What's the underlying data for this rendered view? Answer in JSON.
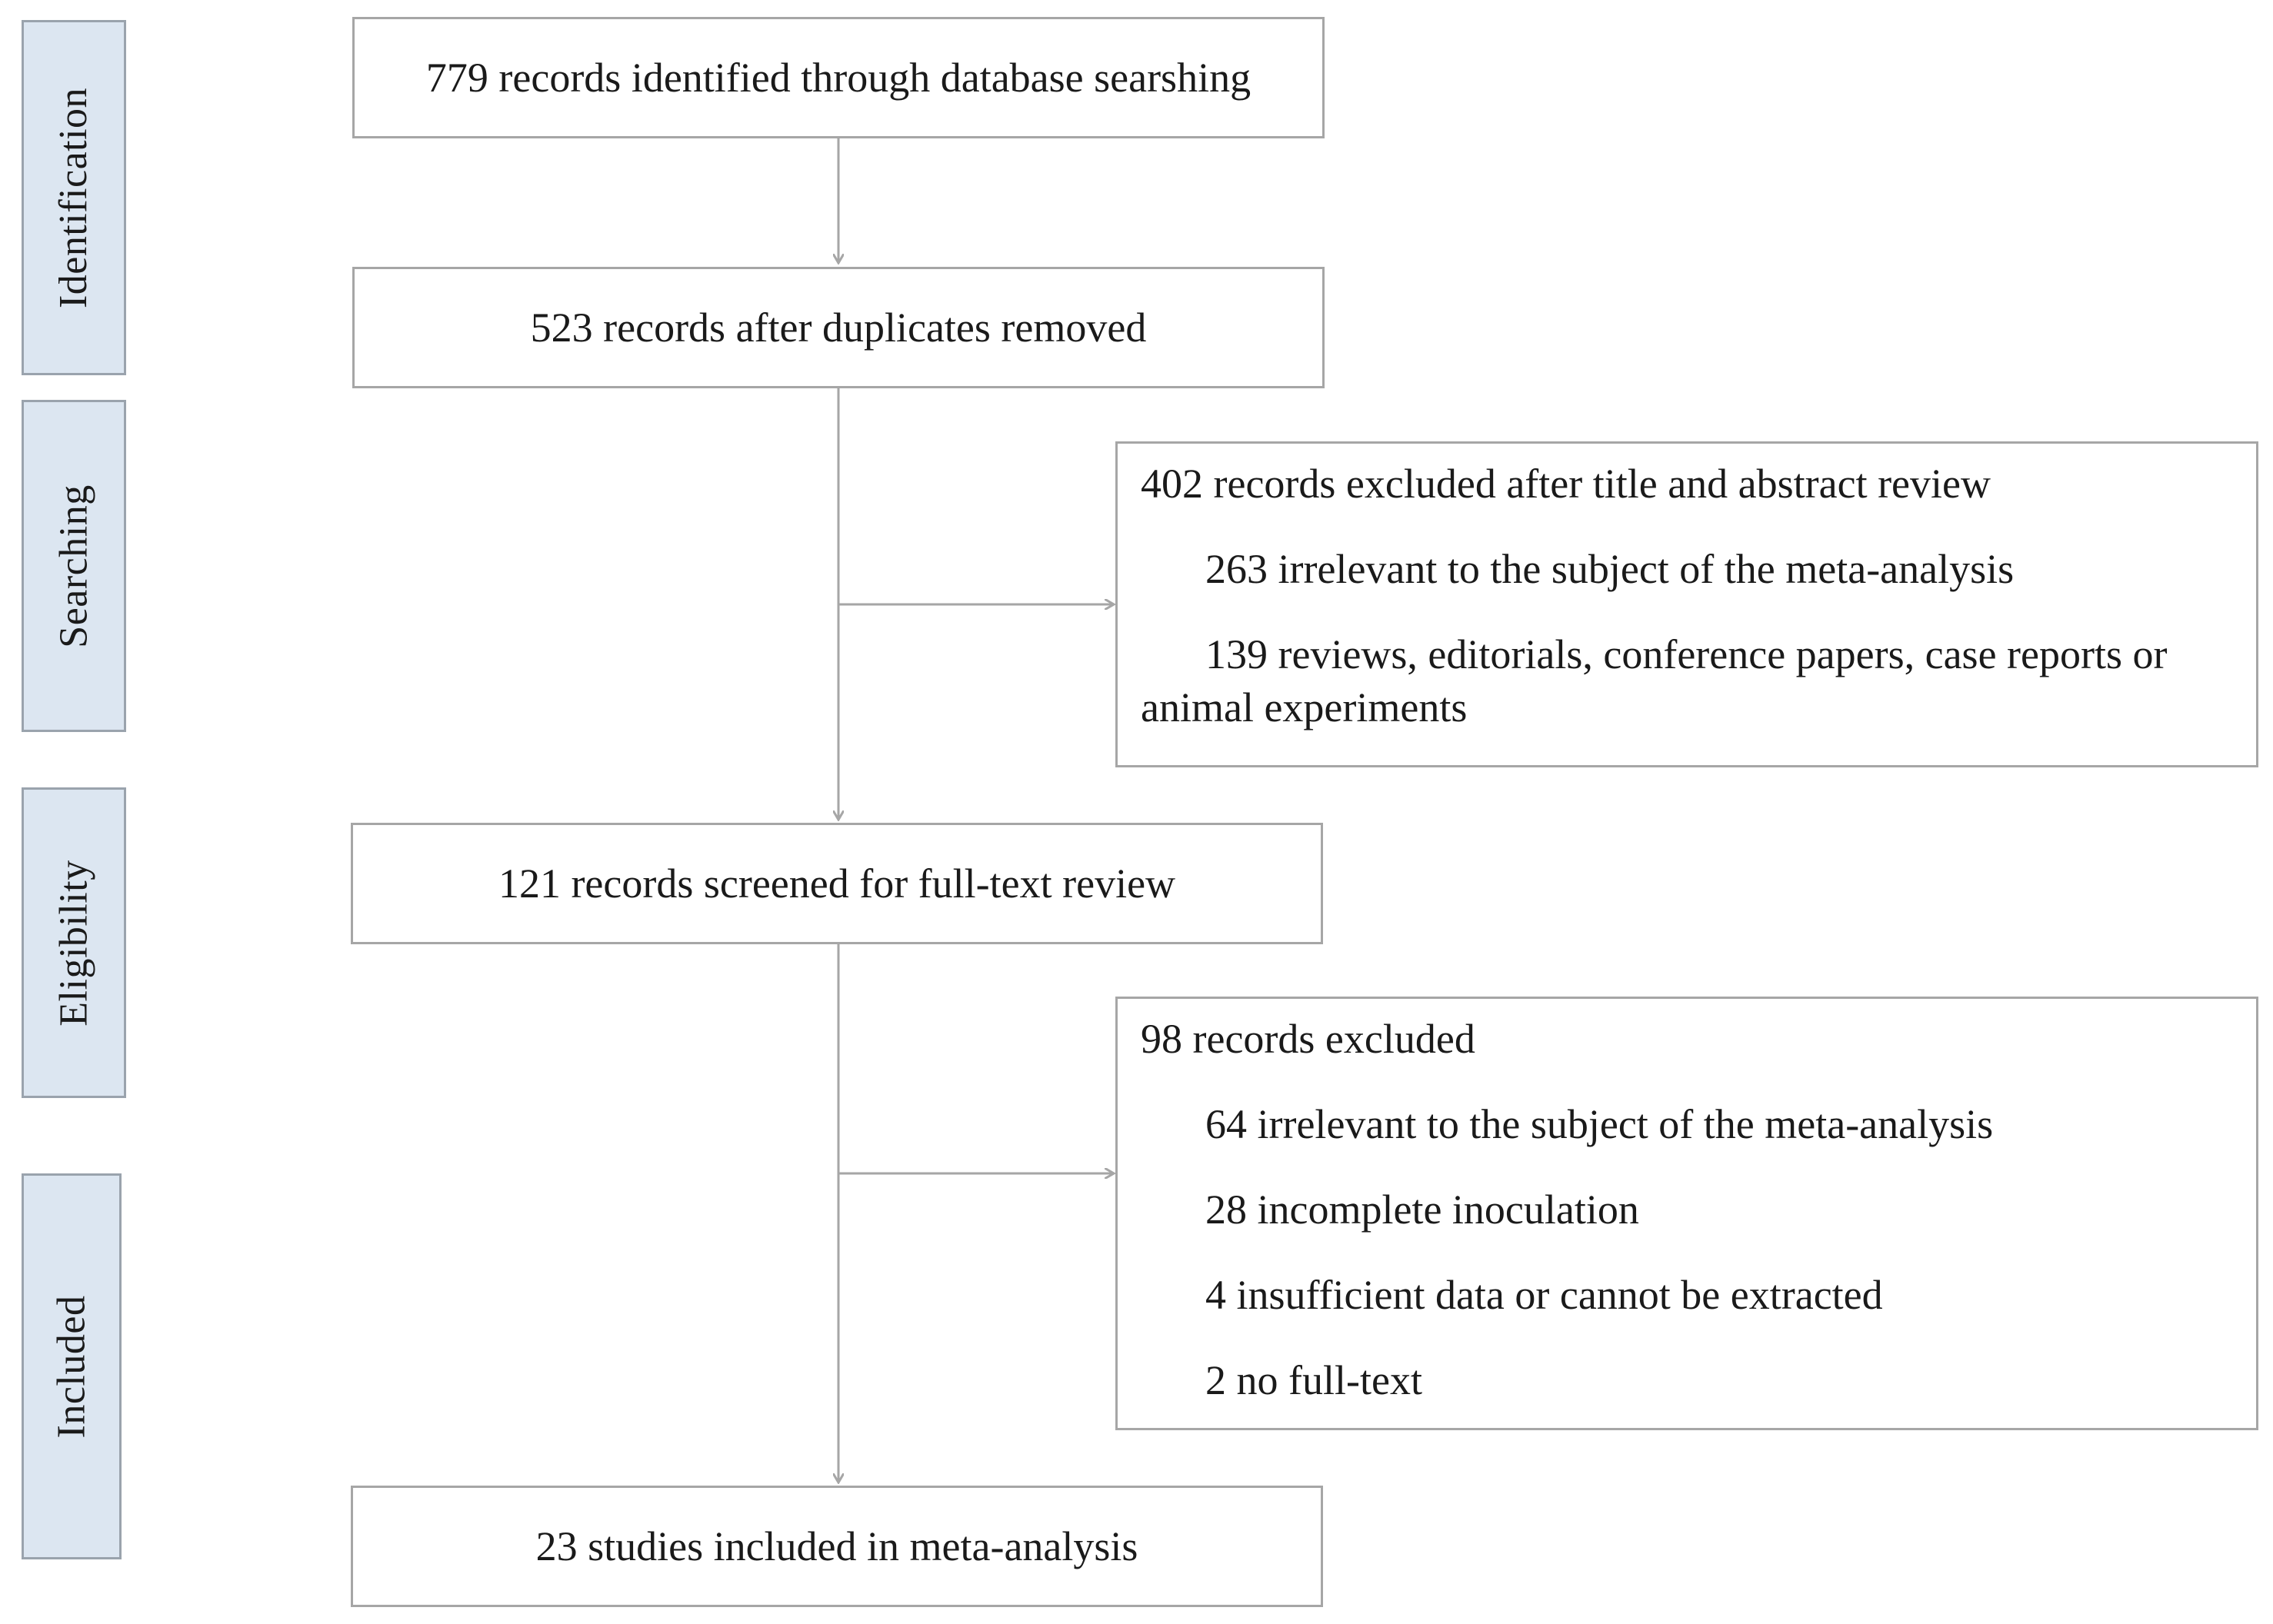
{
  "stages": [
    {
      "key": "identification",
      "label": "Identification"
    },
    {
      "key": "searching",
      "label": "Searching"
    },
    {
      "key": "eligibility",
      "label": "Eligibility"
    },
    {
      "key": "included",
      "label": "Included"
    }
  ],
  "main_boxes": {
    "identified": "779 records identified through database searshing",
    "after_duplicates": "523 records after duplicates removed",
    "screened": "121 records screened for full-text review",
    "included": "23 studies included in meta-analysis"
  },
  "exclusion_1": {
    "heading": "402 records excluded after title and abstract review",
    "items": [
      "263 irrelevant to the subject of the meta-analysis",
      "139 reviews, editorials, conference papers, case reports or animal experiments"
    ]
  },
  "exclusion_2": {
    "heading": "98 records excluded",
    "items": [
      "64  irrelevant to the subject of the meta-analysis",
      "28 incomplete inoculation",
      "4 insufficient data or cannot be extracted",
      "2 no full-text"
    ]
  },
  "colors": {
    "stage_fill": "#dce6f1",
    "stage_border": "#9aa3ad",
    "box_border": "#a6a6a6",
    "arrow": "#a6a6a6"
  }
}
